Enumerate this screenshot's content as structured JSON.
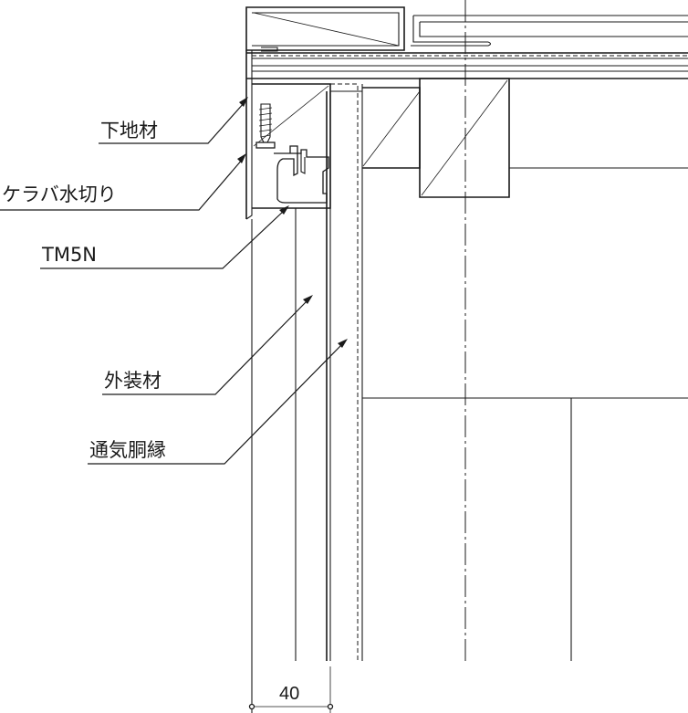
{
  "labels": {
    "substrate": "下地材",
    "verge_flashing": "ケラバ水切り",
    "product": "TM5N",
    "exterior_finish": "外装材",
    "furring_strip": "通気胴縁",
    "dimension": "40"
  }
}
